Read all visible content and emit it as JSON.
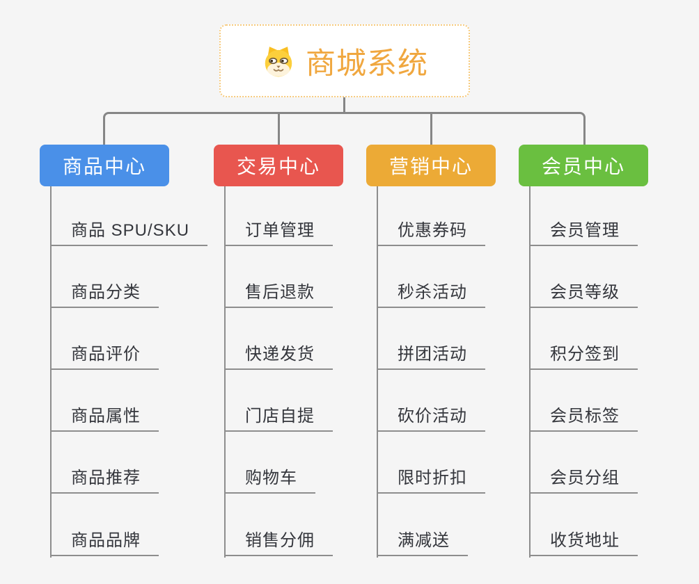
{
  "root": {
    "title": "商城系统",
    "icon": "dog-face-icon"
  },
  "branches": [
    {
      "label": "商品中心",
      "color": "#4a90e8",
      "items": [
        "商品 SPU/SKU",
        "商品分类",
        "商品评价",
        "商品属性",
        "商品推荐",
        "商品品牌"
      ]
    },
    {
      "label": "交易中心",
      "color": "#e8564f",
      "items": [
        "订单管理",
        "售后退款",
        "快递发货",
        "门店自提",
        "购物车",
        "销售分佣"
      ]
    },
    {
      "label": "营销中心",
      "color": "#ecaa36",
      "items": [
        "优惠券码",
        "秒杀活动",
        "拼团活动",
        "砍价活动",
        "限时折扣",
        "满减送"
      ]
    },
    {
      "label": "会员中心",
      "color": "#6abf40",
      "items": [
        "会员管理",
        "会员等级",
        "积分签到",
        "会员标签",
        "会员分组",
        "收货地址"
      ]
    }
  ],
  "colors": {
    "background": "#f5f5f5",
    "connector": "#868686",
    "leaf_line": "#8d8d8d",
    "leaf_text": "#34363c",
    "branch_text": "#ffffff",
    "root_text": "#f0a73f",
    "root_border": "#f7ca7c"
  }
}
